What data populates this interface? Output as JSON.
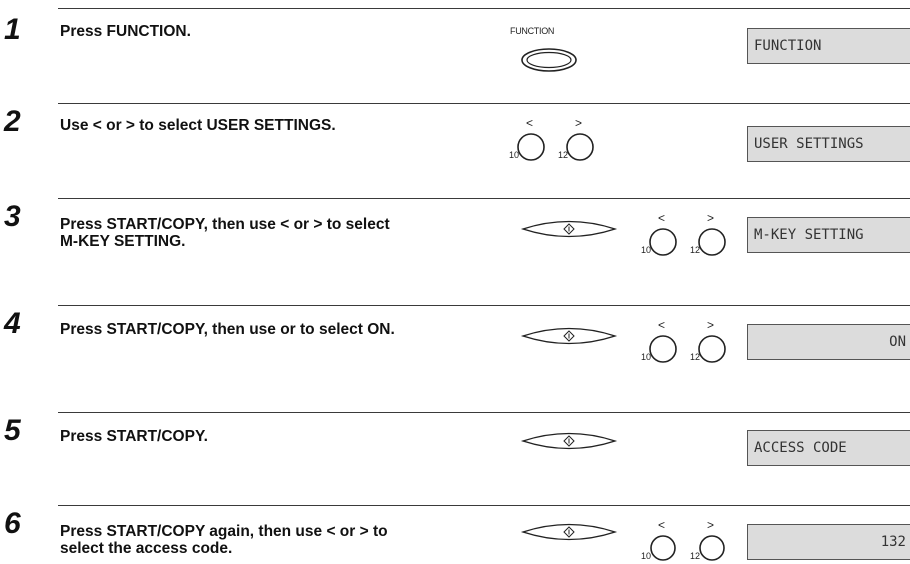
{
  "steps": [
    {
      "number": "1",
      "text": "Press FUNCTION.",
      "button_label": "FUNCTION",
      "display": "FUNCTION"
    },
    {
      "number": "2",
      "text": "Use < or > to select USER SETTINGS.",
      "display": "USER SETTINGS"
    },
    {
      "number": "3",
      "text": "Press START/COPY, then use < or > to select\nM-KEY SETTING.",
      "display": "M-KEY SETTING"
    },
    {
      "number": "4",
      "text": "Press START/COPY, then use or to select ON.",
      "display": "ON"
    },
    {
      "number": "5",
      "text": "Press START/COPY.",
      "display": "ACCESS CODE"
    },
    {
      "number": "6",
      "text": "Press START/COPY again, then use < or > to\nselect the access code.",
      "display": "132"
    }
  ],
  "keys": {
    "left_arrow": "<",
    "right_arrow": ">",
    "left_num": "10",
    "right_num": "12"
  }
}
